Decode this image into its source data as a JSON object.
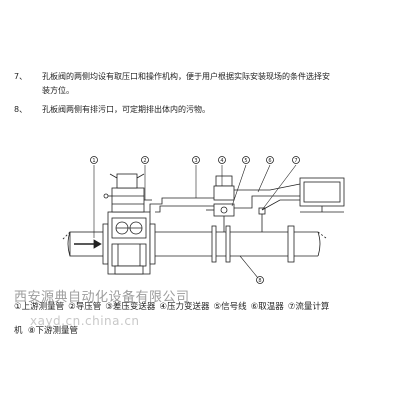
{
  "notes": [
    {
      "num": "7、",
      "line1": "孔板阀的两侧均设有取压口和操作机构，便于用户根据实际安装现场的条件选择安",
      "line2": "装方位。"
    },
    {
      "num": "8、",
      "line1": "孔板阀两侧有排污口，可定期排出体内的污物。",
      "line2": ""
    }
  ],
  "callouts": [
    "1",
    "2",
    "3",
    "4",
    "5",
    "6",
    "7",
    "8"
  ],
  "legend": {
    "row1": [
      "①上游测量管",
      "②导压管",
      "③差压变送器",
      "④压力变送器",
      "⑤信号线",
      "⑥取温器",
      "⑦流量计算"
    ],
    "row2": "机  ⑧下游测量管"
  },
  "watermark": {
    "company": "西安源典自动化设备有限公司",
    "site": "xayd.cn.china.cn"
  }
}
